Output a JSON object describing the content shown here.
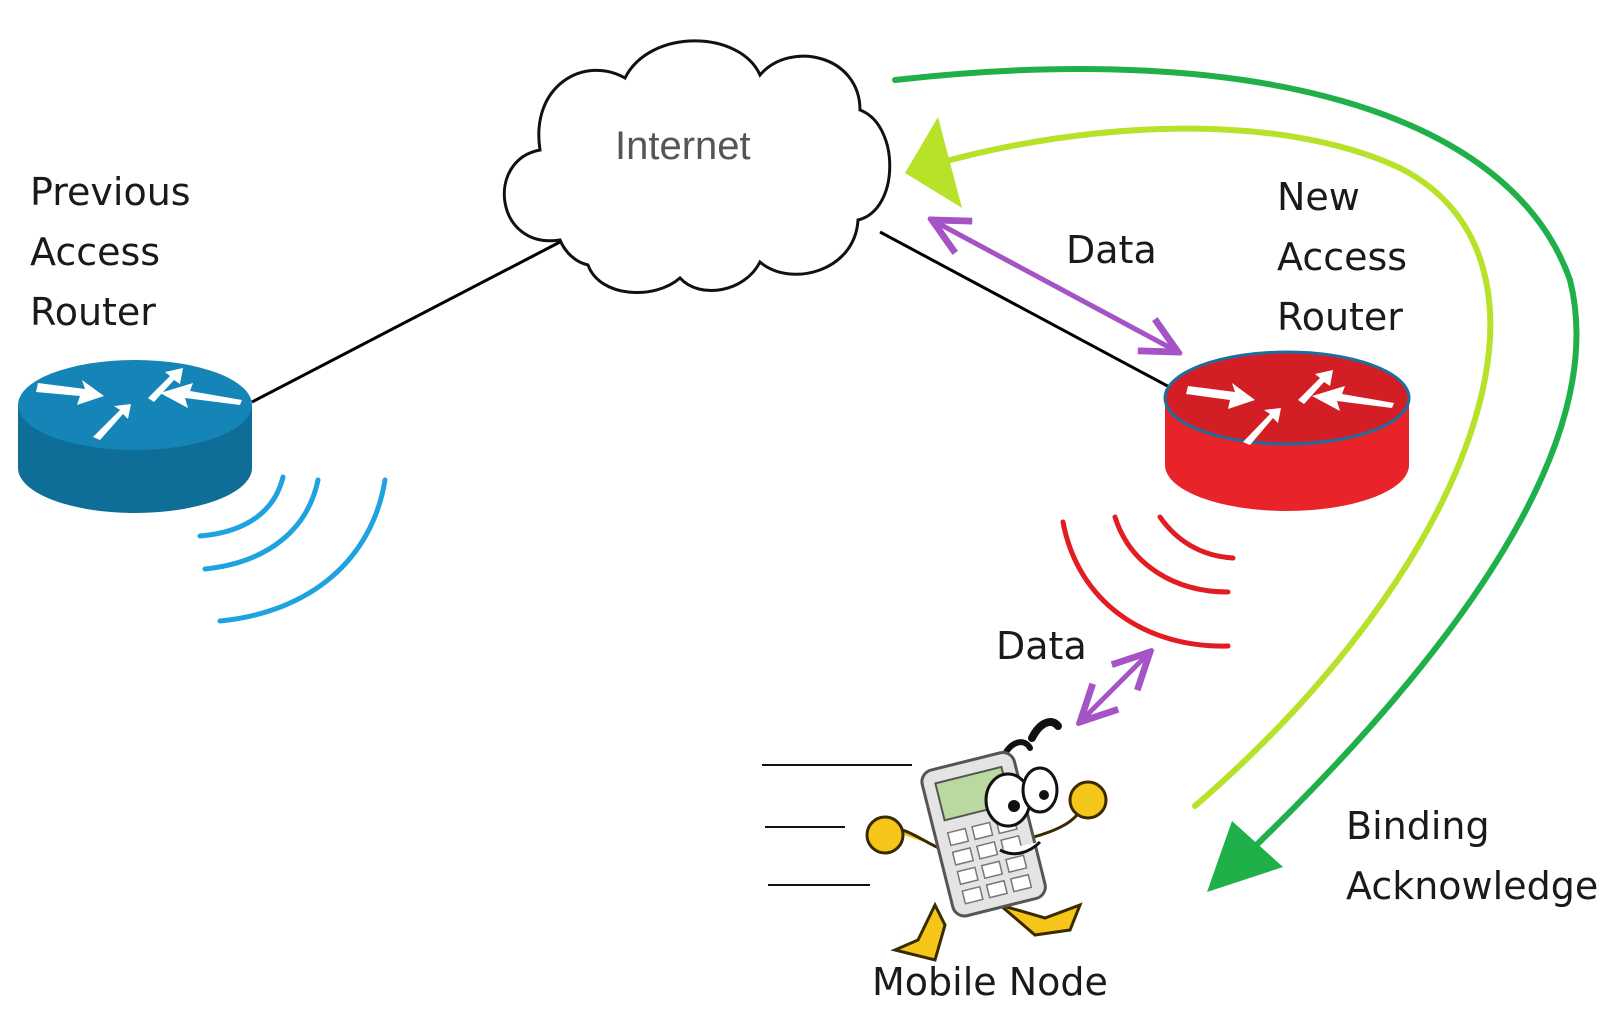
{
  "labels": {
    "internet": "Internet",
    "previous_router": [
      "Previous",
      "Access",
      "Router"
    ],
    "new_router": [
      "New",
      "Access",
      "Router"
    ],
    "data_top": "Data",
    "data_bottom": "Data",
    "binding": [
      "Binding",
      "Acknowledge"
    ],
    "mobile_node": "Mobile Node"
  },
  "colors": {
    "previous_router": "#1479a6",
    "new_router": "#e8232a",
    "previous_waves": "#1fa3e0",
    "new_waves": "#e21c23",
    "data_arrow": "#a454c4",
    "binding_update_arrow": "#b7e22a",
    "binding_ack_arrow": "#1fb04a",
    "link_line": "#000000"
  },
  "icons": {
    "cloud": "cloud-icon",
    "previous_router": "router-icon",
    "new_router": "router-icon",
    "mobile_node": "running-phone-icon"
  }
}
